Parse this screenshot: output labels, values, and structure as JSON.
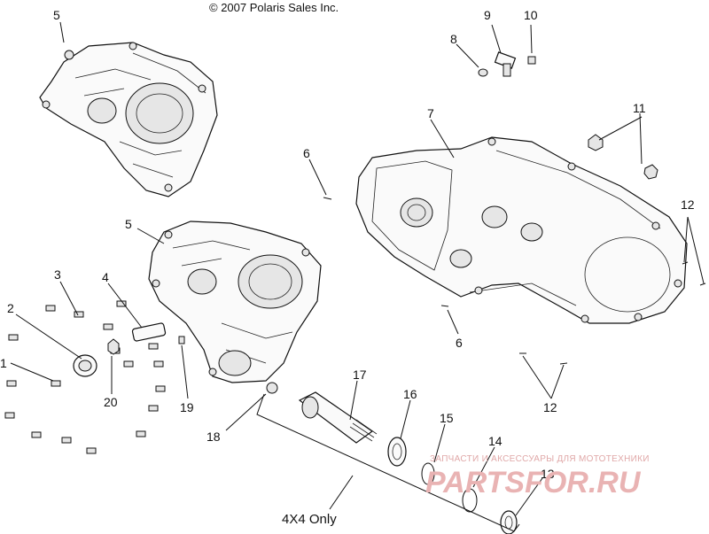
{
  "copyright": "© 2007 Polaris Sales Inc.",
  "caption": "4X4 Only",
  "watermark": {
    "tagline": "ЗАПЧАСТИ И АКСЕССУАРЫ ДЛЯ МОТОТЕХНИКИ",
    "brand": "PARTSFOR.RU"
  },
  "callouts": {
    "c1": "1",
    "c2": "2",
    "c3": "3",
    "c4": "4",
    "c5a": "5",
    "c5b": "5",
    "c6a": "6",
    "c6b": "6",
    "c7": "7",
    "c8": "8",
    "c9": "9",
    "c10": "10",
    "c11": "11",
    "c12a": "12",
    "c12b": "12",
    "c13": "13",
    "c14": "14",
    "c15": "15",
    "c16": "16",
    "c17": "17",
    "c18": "18",
    "c19": "19",
    "c20": "20"
  }
}
